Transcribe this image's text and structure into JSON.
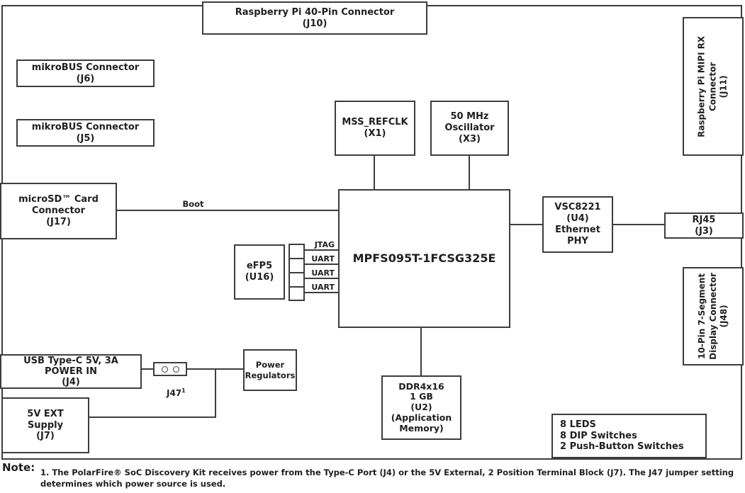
{
  "colors": {
    "text": "#1f1f1f",
    "line": "#3d3d3d",
    "background": "#ffffff"
  },
  "blocks": {
    "j10": "Raspberry Pi 40-Pin Connector\n(J10)",
    "j6": "mikroBUS Connector\n(J6)",
    "j5": "mikroBUS Connector\n(J5)",
    "j17": "microSD™ Card\nConnector\n(J17)",
    "x1": "MSS_REFCLK\n(X1)",
    "x3": "50 MHz\nOscillator\n(X3)",
    "chip": "MPFS095T-1FCSG325E",
    "u16": "eFP5\n(U16)",
    "u4": "VSC8221\n(U4)\nEthernet\nPHY",
    "j3": "RJ45\n(J3)",
    "j11": "Raspberry Pi MIPI RX\nConnector\n(J11)",
    "j48": "10-Pin 7-Segment\nDisplay Connector\n(J48)",
    "j4": "USB Type-C 5V, 3A\nPOWER IN\n(J4)",
    "j7": "5V EXT\nSupply\n(J7)",
    "power_regulators": "Power\nRegulators",
    "u2": "DDR4x16\n1 GB\n(U2)\n(Application\nMemory)",
    "user_io": "8 LEDS\n8 DIP Switches\n2 Push-Button Switches"
  },
  "wire_labels": {
    "boot": "Boot",
    "jtag": "JTAG",
    "uart_1": "UART",
    "uart_2": "UART",
    "uart_3": "UART",
    "j47": "J47",
    "j47_superscript": "1"
  },
  "note": {
    "heading": "Note:",
    "body": "1. The PolarFire® SoC Discovery Kit receives power from the Type-C Port (J4) or the 5V External, 2 Position Terminal Block (J7). The J47 jumper setting\ndetermines which power source is used."
  }
}
